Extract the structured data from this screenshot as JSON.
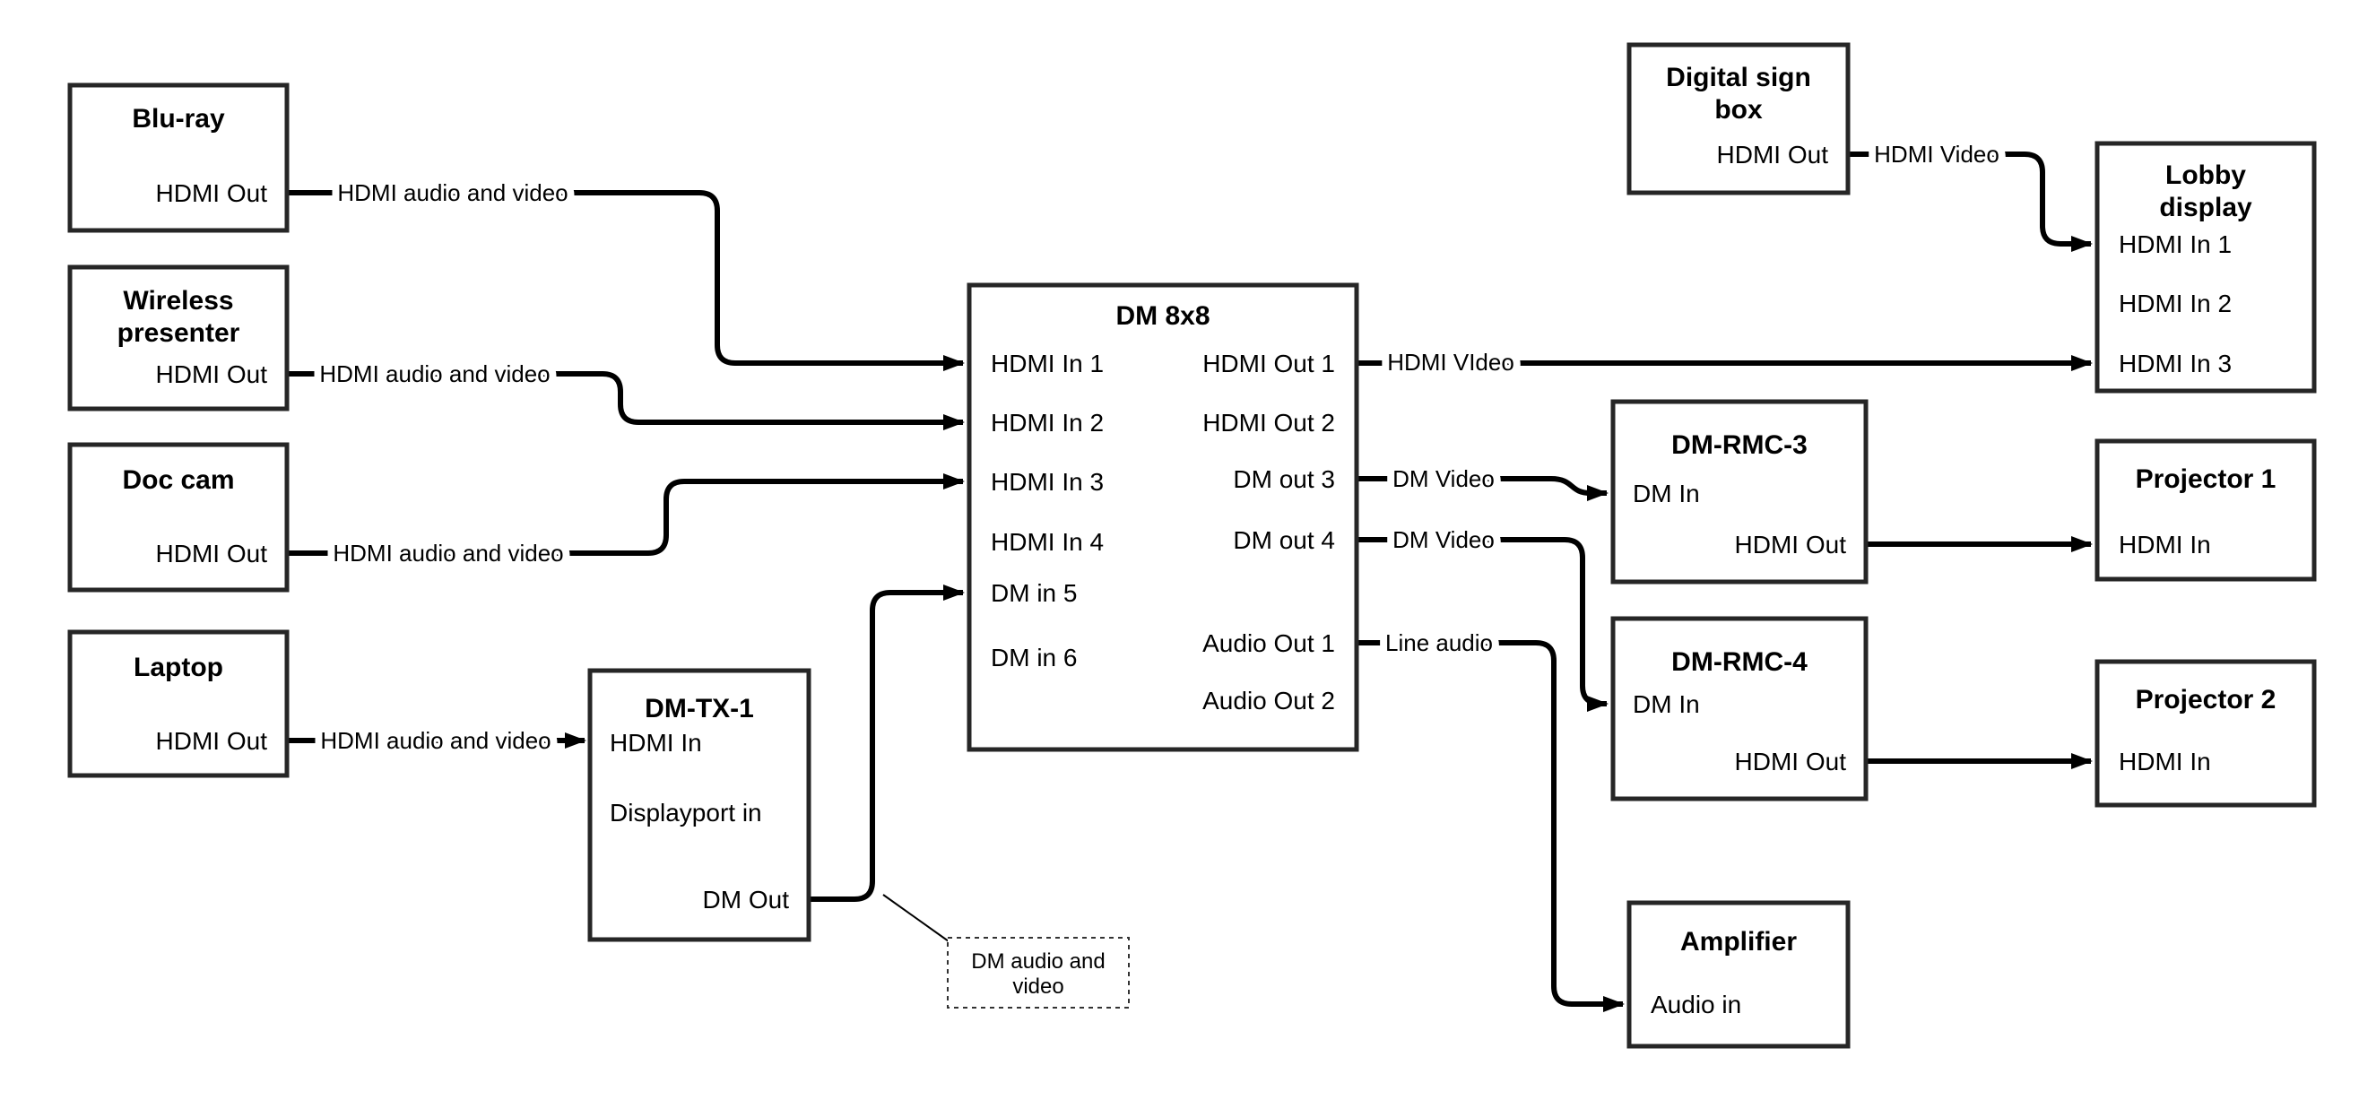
{
  "diagram": {
    "background": "#ffffff",
    "line_color": "#000000",
    "box_border_color": "#262626",
    "nodes": {
      "bluray": {
        "title": "Blu-ray",
        "port_hdmi_out": "HDMI Out"
      },
      "wireless": {
        "title_1": "Wireless",
        "title_2": "presenter",
        "port_hdmi_out": "HDMI Out"
      },
      "doccam": {
        "title": "Doc cam",
        "port_hdmi_out": "HDMI Out"
      },
      "laptop": {
        "title": "Laptop",
        "port_hdmi_out": "HDMI Out"
      },
      "dmtx1": {
        "title": "DM-TX-1",
        "port_hdmi_in": "HDMI In",
        "port_dp_in": "Displayport in",
        "port_dm_out": "DM Out"
      },
      "dm8x8": {
        "title": "DM 8x8",
        "in1": "HDMI In 1",
        "in2": "HDMI In 2",
        "in3": "HDMI In 3",
        "in4": "HDMI In 4",
        "in5": "DM in 5",
        "in6": "DM in 6",
        "out1": "HDMI Out 1",
        "out2": "HDMI Out 2",
        "out3": "DM out 3",
        "out4": "DM out 4",
        "aout1": "Audio Out 1",
        "aout2": "Audio Out 2"
      },
      "digitalsign": {
        "title_1": "Digital sign",
        "title_2": "box",
        "port_hdmi_out": "HDMI Out"
      },
      "lobby": {
        "title_1": "Lobby",
        "title_2": "display",
        "in1": "HDMI In 1",
        "in2": "HDMI In 2",
        "in3": "HDMI In 3"
      },
      "dmrmc3": {
        "title": "DM-RMC-3",
        "port_dm_in": "DM In",
        "port_hdmi_out": "HDMI Out"
      },
      "proj1": {
        "title": "Projector 1",
        "port_hdmi_in": "HDMI In"
      },
      "dmrmc4": {
        "title": "DM-RMC-4",
        "port_dm_in": "DM In",
        "port_hdmi_out": "HDMI Out"
      },
      "proj2": {
        "title": "Projector 2",
        "port_hdmi_in": "HDMI In"
      },
      "amplifier": {
        "title": "Amplifier",
        "port_audio_in": "Audio in"
      }
    },
    "edge_labels": {
      "bluray_hdmi": "HDMI audio and video",
      "wireless_hdmi": "HDMI audio and video",
      "doccam_hdmi": "HDMI audio and video",
      "laptop_hdmi": "HDMI audio and video",
      "hdmi_video_out1": "HDMI VIdeo",
      "hdmi_video_sign": "HDMI Video",
      "dm_video_3": "DM Video",
      "dm_video_4": "DM Video",
      "line_audio": "Line audio"
    },
    "callout": {
      "line_1": "DM audio and",
      "line_2": "video"
    }
  }
}
